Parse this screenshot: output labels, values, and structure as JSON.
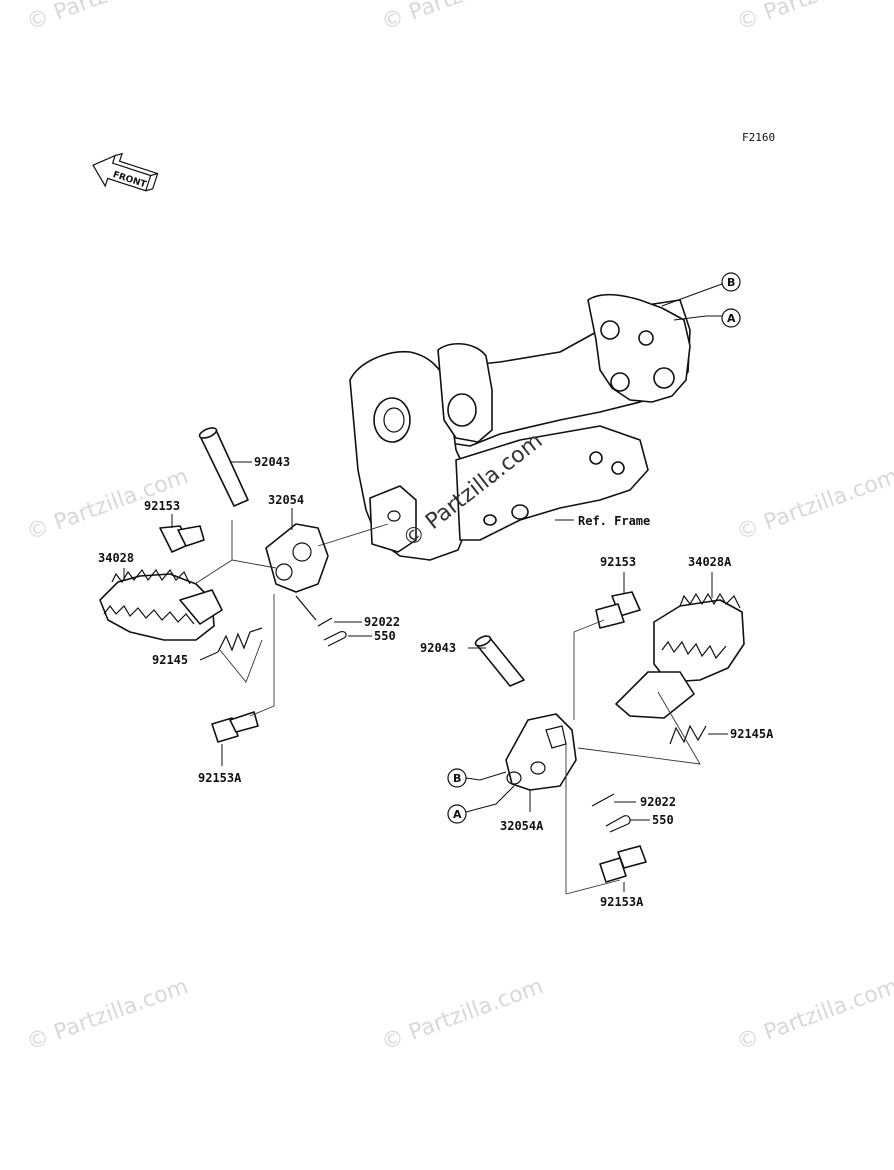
{
  "figure_code": "F2160",
  "front_arrow_text": "FRONT",
  "watermark_text": "© Partzilla.com",
  "center_watermark_text": "© Partzilla.com",
  "frame_label": "Ref. Frame",
  "callouts": {
    "a": "A",
    "b": "B"
  },
  "parts_left": {
    "shaft": "92043",
    "bolt_top": "92153",
    "bracket": "32054",
    "footpeg": "34028",
    "spring": "92145",
    "pin": "92022",
    "cotter": "550",
    "bolt_bottom": "92153A"
  },
  "parts_right": {
    "bolt_top": "92153",
    "footpeg": "34028A",
    "shaft": "92043",
    "spring": "92145A",
    "pin": "92022",
    "cotter": "550",
    "bracket": "32054A",
    "bolt_bottom": "92153A"
  }
}
